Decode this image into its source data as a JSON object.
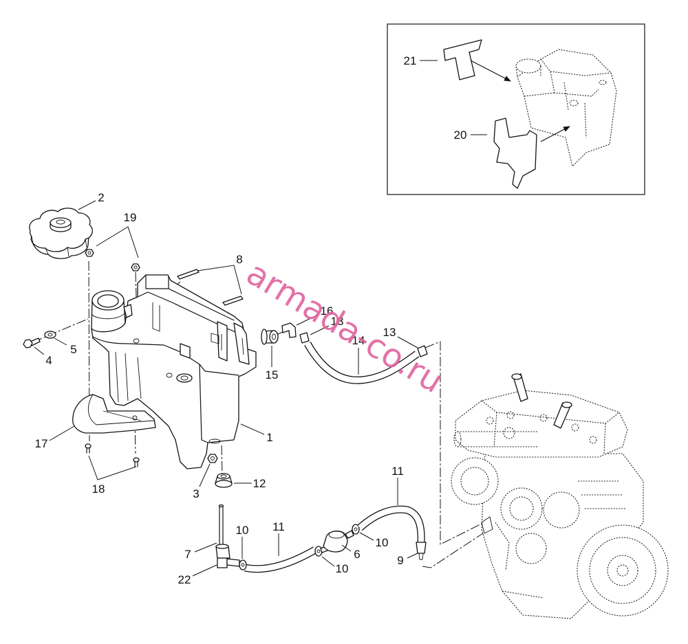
{
  "watermark": "armada-co.ru",
  "callouts": {
    "main": [
      "2",
      "19",
      "8",
      "16",
      "13",
      "14",
      "13",
      "4",
      "5",
      "15",
      "1",
      "17",
      "18",
      "3",
      "12",
      "11",
      "11",
      "10",
      "10",
      "10",
      "6",
      "7",
      "9",
      "22"
    ],
    "inset": [
      "21",
      "20"
    ]
  }
}
